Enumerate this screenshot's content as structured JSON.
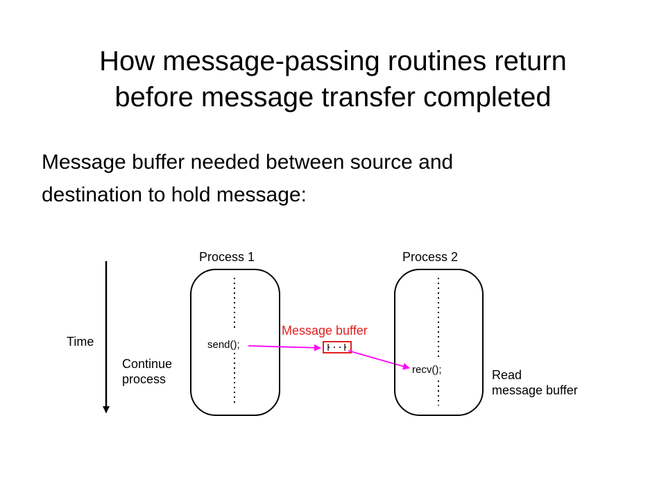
{
  "slide": {
    "title_line1": "How message-passing routines return",
    "title_line2": "before message transfer completed",
    "subtitle_line1": "Message buffer needed between source and",
    "subtitle_line2": "destination to hold message:"
  },
  "diagram": {
    "time_label": "Time",
    "process1": {
      "title": "Process 1",
      "call": "send();"
    },
    "process2": {
      "title": "Process 2",
      "call": "recv();"
    },
    "buffer_label": "Message buffer",
    "left_note_line1": "Continue",
    "left_note_line2": "process",
    "right_note_line1": "Read",
    "right_note_line2": "message buffer",
    "colors": {
      "buffer": "#e02020",
      "arrow": "#ff00ff",
      "stroke": "#000000"
    }
  }
}
